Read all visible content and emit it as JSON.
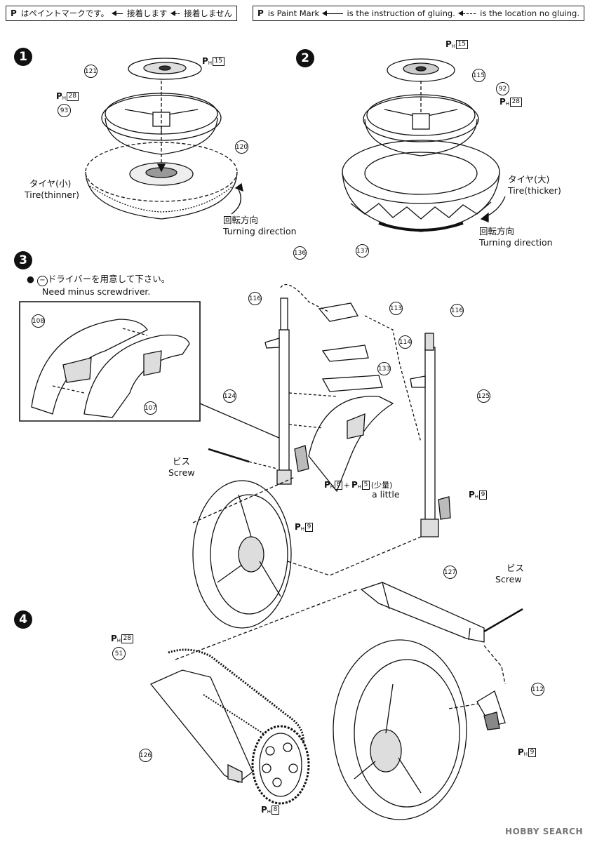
{
  "legend_jp": {
    "p_mark": "P",
    "paint_text": "はペイントマークです。",
    "glue_text": "接着します",
    "no_glue_text": "接着しません"
  },
  "legend_en": {
    "p_mark": "P",
    "paint_text": "is Paint Mark",
    "glue_text": "is the instruction of gluing.",
    "no_glue_text": "is the location no gluing."
  },
  "steps": [
    "1",
    "2",
    "3",
    "4"
  ],
  "step1": {
    "tire_jp": "タイヤ(小)",
    "tire_en": "Tire(thinner)",
    "dir_jp": "回転方向",
    "dir_en": "Turning direction",
    "parts": [
      "121",
      "93",
      "120"
    ],
    "paint": [
      "15",
      "28"
    ]
  },
  "step2": {
    "tire_jp": "タイヤ(大)",
    "tire_en": "Tire(thicker)",
    "dir_jp": "回転方向",
    "dir_en": "Turning direction",
    "parts": [
      "115",
      "92"
    ],
    "paint": [
      "15",
      "28"
    ]
  },
  "step3": {
    "note_jp": "ドライバーを用意して下さい。",
    "note_en": "Need minus screwdriver.",
    "screw_jp": "ビス",
    "screw_en": "Screw",
    "little_jp": "(少量)",
    "little_en": "a little",
    "parts": [
      "136",
      "137",
      "116",
      "113",
      "116",
      "114",
      "133",
      "124",
      "125",
      "108",
      "107"
    ],
    "paint": [
      "8",
      "5",
      "9",
      "9"
    ]
  },
  "step4": {
    "screw_jp": "ビス",
    "screw_en": "Screw",
    "parts": [
      "127",
      "51",
      "112",
      "126"
    ],
    "paint": [
      "28",
      "9",
      "8"
    ]
  },
  "watermark": "HOBBY SEARCH"
}
